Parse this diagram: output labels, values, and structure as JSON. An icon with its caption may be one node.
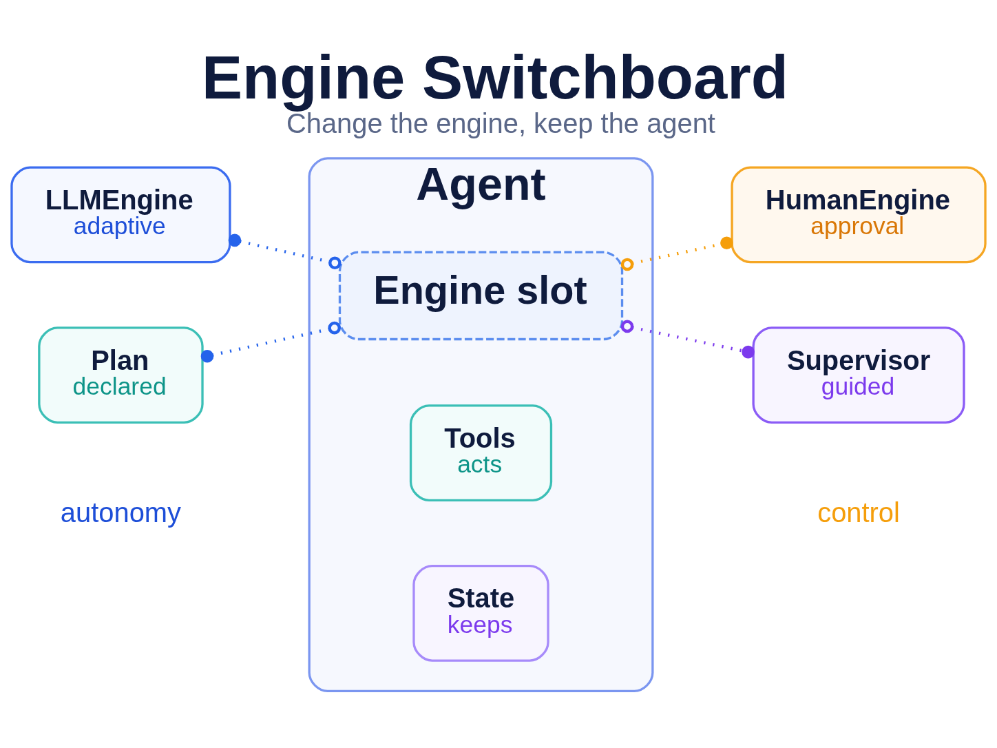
{
  "diagram": {
    "title": "Engine Switchboard",
    "caption": "Change the engine, keep the agent",
    "nodes": [
      {
        "text": [
          "Agent"
        ]
      },
      {
        "text": [
          "Engine slot"
        ],
        "in": 0
      },
      {
        "text": [
          "Tools",
          "acts"
        ],
        "in": 0
      },
      {
        "text": [
          "State",
          "keeps"
        ],
        "in": 0
      },
      {
        "text": [
          "LLMEngine",
          "adaptive"
        ]
      },
      {
        "text": [
          "Plan",
          "declared"
        ]
      },
      {
        "text": [
          "HumanEngine",
          "approval"
        ]
      },
      {
        "text": [
          "Supervisor",
          "guided"
        ]
      }
    ],
    "edges": [
      {
        "from": 4,
        "to": 1,
        "arrow": "other",
        "style": "dashed",
        "color": "#2563eb"
      },
      {
        "from": 5,
        "to": 1,
        "arrow": "other",
        "style": "dashed",
        "color": "#2563eb"
      },
      {
        "from": 6,
        "to": 1,
        "arrow": "other",
        "style": "dashed",
        "color": "#f59e0b"
      },
      {
        "from": 7,
        "to": 1,
        "arrow": "other",
        "style": "dashed",
        "color": "#7c3aed"
      }
    ],
    "labels": [
      "autonomy",
      "control"
    ]
  }
}
